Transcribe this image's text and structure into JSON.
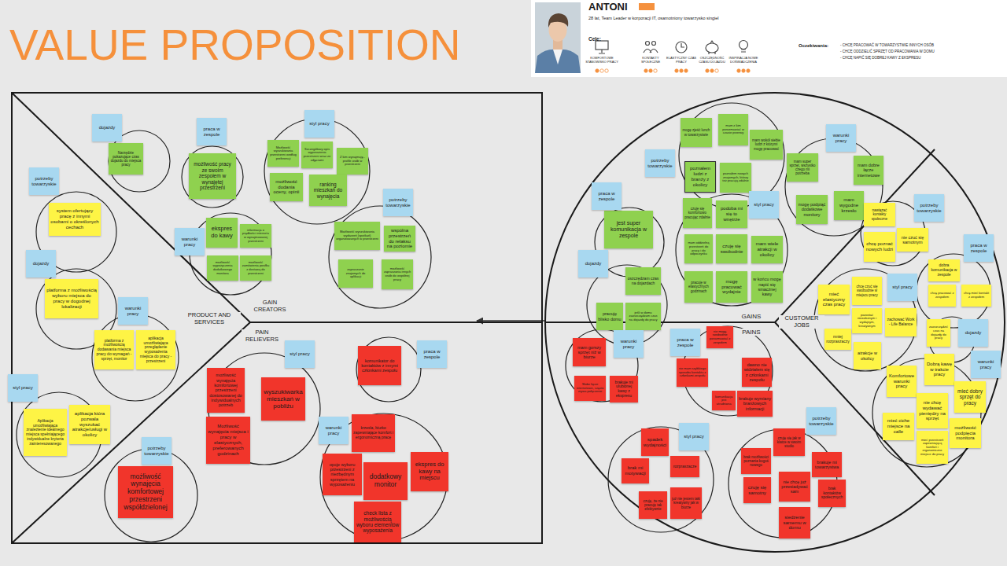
{
  "diagram": {
    "title": "VALUE PROPOSITION",
    "nodes": [
      {
        "text": [
          "ANTONI",
          "28 lat, Team Leader w korporacji IT, osamotniony towarzysko singiel",
          "Cele:",
          "KOMFORTOWE STANOWISKO PRACY",
          "KONTAKTY SPOŁECZNE",
          "ELASTYCZNY CZAS PRACY",
          "OSZCZĘDNOŚĆ CZASU DOJAZDU",
          "INSPIRACJA NOWE DOŚWIADCZENIA",
          "Oczekiwania:",
          "- CHCĘ PRACOWAĆ W TOWARZYSTWIE INNYCH OSÓB",
          "- CHCĘ ODDZIELIĆ SPRZĘT OD PRACOWANIA W DOMU",
          "- CHCĘ NAPIĆ SIĘ DOBREJ KAWY Z EKSPRESU"
        ]
      },
      {
        "text": [
          "PRODUCT AND SERVICES",
          "GAIN CREATORS",
          "PAIN RELIEVERS"
        ]
      },
      {
        "text": [
          "GAINS",
          "PAINS",
          "CUSTOMER JOBS"
        ]
      },
      {
        "text": [
          "dojazdy"
        ],
        "in": 1
      },
      {
        "text": [
          "Narzędzie pokazujące czas dojazdu do miejsca pracy"
        ],
        "in": 3
      },
      {
        "text": [
          "praca w zespole"
        ],
        "in": 1
      },
      {
        "text": [
          "możliwość pracy ze swoim zespołem w wynajętej przestrzeni"
        ],
        "in": 5
      },
      {
        "text": [
          "styl pracy"
        ],
        "in": 1
      },
      {
        "text": [
          "Możliwość wyszukiwania przestrzeni według preferencji"
        ],
        "in": 7
      },
      {
        "text": [
          "Szczegółowy opis wyposażenia przestrzeni wraz ze zdjęciami"
        ],
        "in": 7
      },
      {
        "text": [
          "Z kim wynajmuję - profile osób w przestrzeni"
        ],
        "in": 7
      },
      {
        "text": [
          "możliwość dodania oceny, opinii"
        ],
        "in": 7
      },
      {
        "text": [
          "ranking mieszkań do wynajęcia"
        ],
        "in": 7
      },
      {
        "text": [
          "potrzeby towarzyskie"
        ],
        "in": 1
      },
      {
        "text": [
          "system ofertujący pracę z innymi osobami o określonych cechach"
        ],
        "in": 13
      },
      {
        "text": [
          "warunki pracy"
        ],
        "in": 1
      },
      {
        "text": [
          "ekspres do kawy"
        ],
        "in": 15
      },
      {
        "text": [
          "informacja o prędkości internetu w wynajmowanej przestrzeni"
        ],
        "in": 15
      },
      {
        "text": [
          "możliwość wypożyczenia dodatkowego monitora"
        ],
        "in": 15
      },
      {
        "text": [
          "możliwość zamówienia posiłku z dostawą do przestrzeni"
        ],
        "in": 15
      },
      {
        "text": [
          "potrzeby towarzyskie"
        ],
        "in": 1
      },
      {
        "text": [
          "Możliwość wyszukiwania wydarzeń (spotkań) organizowanych w przestrzeni"
        ],
        "in": 20
      },
      {
        "text": [
          "wspólna przestrzeń do relaksu na poziomie"
        ],
        "in": 20
      },
      {
        "text": [
          "zapraszanie znajomych do aplikacji"
        ],
        "in": 20
      },
      {
        "text": [
          "możliwość zapraszania innych osób do wspólnej pracy"
        ],
        "in": 20
      },
      {
        "text": [
          "dojazdy"
        ],
        "in": 1
      },
      {
        "text": [
          "platforma z możliwością wyboru miejsca do pracy w dogodnej lokalizacji"
        ],
        "in": 25
      },
      {
        "text": [
          "warunki pracy"
        ],
        "in": 1
      },
      {
        "text": [
          "platforma z możliwością dodawania miejsca pracy do wymagań - sprzęt, monitor"
        ],
        "in": 27
      },
      {
        "text": [
          "aplikacja umożliwiająca przeglądanie wyposażenia miejsca do pracy - przestrzeni"
        ],
        "in": 27
      },
      {
        "text": [
          "styl pracy"
        ],
        "in": 1
      },
      {
        "text": [
          "możliwość wynajęcia komfortowej przestrzeni dostosowanej do indywidualnych potrzeb"
        ],
        "in": 30
      },
      {
        "text": [
          "wyszukiwarka mieszkań w pobliżu"
        ],
        "in": 30
      },
      {
        "text": [
          "Możliwość wynajęcia miejsca i pracy w elastycznych, preferowanych godzinach"
        ],
        "in": 30
      },
      {
        "text": [
          "praca w zespole"
        ],
        "in": 1
      },
      {
        "text": [
          "komunikator do kontaktów z innymi członkami zespołu"
        ],
        "in": 34
      },
      {
        "text": [
          "styl pracy"
        ],
        "in": 1
      },
      {
        "text": [
          "Aplikacja umożliwiająca znalezienie idealnego miejsca spełniającego indywidualne kryteria zainteresowanego"
        ],
        "in": 36
      },
      {
        "text": [
          "aplikacja która pozwala wyszukać atrakcje/usługi w okolicy"
        ],
        "in": 36
      },
      {
        "text": [
          "warunki pracy"
        ],
        "in": 1
      },
      {
        "text": [
          "krzesła, biurko zapewniające komfort i ergonomiczną pracę"
        ],
        "in": 39
      },
      {
        "text": [
          "opcje wyboru przestrzeni z niezbędnym sprzętem na wyposażeniu"
        ],
        "in": 39
      },
      {
        "text": [
          "ekspres do kawy na miejscu"
        ],
        "in": 39
      },
      {
        "text": [
          "dodatkowy monitor"
        ],
        "in": 39
      },
      {
        "text": [
          "check lista z możliwością wyboru elementów wyposażenia"
        ],
        "in": 39
      },
      {
        "text": [
          "potrzeby towarzyskie"
        ],
        "in": 1
      },
      {
        "text": [
          "możliwość wynajęcia komfortowej przestrzeni współdzielonej"
        ],
        "in": 45
      },
      {
        "text": [
          "potrzeby towarzyskie"
        ],
        "in": 2
      },
      {
        "text": [
          "mogę zjeść lunch w towarzystwie"
        ],
        "in": 47
      },
      {
        "text": [
          "mam z kim porozmawiać w czasie przerwy"
        ],
        "in": 47
      },
      {
        "text": [
          "mam wokół siebie ludzi z którymi mogę pracować"
        ],
        "in": 47
      },
      {
        "text": [
          "poznałem ludzi z branży z okolicy"
        ],
        "in": 47
      },
      {
        "text": [
          "poznałem nowych znajomych, którzy też pracują zdalnie"
        ],
        "in": 47
      },
      {
        "text": [
          "warunki pracy"
        ],
        "in": 2
      },
      {
        "text": [
          "mam super sprzęt, wszystko czego mi potrzeba"
        ],
        "in": 53
      },
      {
        "text": [
          "mam dobre łącze internetowe"
        ],
        "in": 53
      },
      {
        "text": [
          "mogę podpiąć dodatkowe monitory"
        ],
        "in": 53
      },
      {
        "text": [
          "mam wygodne krzesło"
        ],
        "in": 53
      },
      {
        "text": [
          "praca w zespole"
        ],
        "in": 2
      },
      {
        "text": [
          "jest super komunikacja w zespole"
        ],
        "in": 58
      },
      {
        "text": [
          "styl pracy"
        ],
        "in": 2
      },
      {
        "text": [
          "czuję się komfortowo pracując zdalnie"
        ],
        "in": 60
      },
      {
        "text": [
          "podoba mi się to wnętrze"
        ],
        "in": 60
      },
      {
        "text": [
          "mam oddzielną przestrzeń do pracy i do odpoczynku"
        ],
        "in": 60
      },
      {
        "text": [
          "czuję się swobodnie"
        ],
        "in": 60
      },
      {
        "text": [
          "mam wiele atrakcji w okolicy"
        ],
        "in": 60
      },
      {
        "text": [
          "pracuję w elastycznych godzinach"
        ],
        "in": 60
      },
      {
        "text": [
          "mogę pracować wydajnie"
        ],
        "in": 60
      },
      {
        "text": [
          "w końcu mogę napić się smacznej kawy"
        ],
        "in": 60
      },
      {
        "text": [
          "dojazdy"
        ],
        "in": 2
      },
      {
        "text": [
          "oszczędzam czas na dojazdach"
        ],
        "in": 69
      },
      {
        "text": [
          "pracuję blisko domu"
        ],
        "in": 69
      },
      {
        "text": [
          "jeśli w domu zaoszczędzam czas na dojazdy do pracy"
        ],
        "in": 69
      },
      {
        "text": [
          "potrzeby towarzyskie"
        ],
        "in": 2
      },
      {
        "text": [
          "nawiązać kontakty społeczne"
        ],
        "in": 73
      },
      {
        "text": [
          "chcę poznać nowych ludzi"
        ],
        "in": 73
      },
      {
        "text": [
          "nie czuć się samotnym"
        ],
        "in": 73
      },
      {
        "text": [
          "praca w zespole"
        ],
        "in": 2
      },
      {
        "text": [
          "dobra komunikacja w zespole"
        ],
        "in": 77
      },
      {
        "text": [
          "chcę pracować z zespołem"
        ],
        "in": 77
      },
      {
        "text": [
          "chcę mieć kontakt z zespołem"
        ],
        "in": 77
      },
      {
        "text": [
          "styl pracy"
        ],
        "in": 2
      },
      {
        "text": [
          "mieć elastyczny czas pracy"
        ],
        "in": 81
      },
      {
        "text": [
          "chcę czuć się swobodnie w miejscu pracy"
        ],
        "in": 81
      },
      {
        "text": [
          "pozostać niezależnym i wydajnym, kreatywnym"
        ],
        "in": 81
      },
      {
        "text": [
          "zachować Work - Life Balance"
        ],
        "in": 81
      },
      {
        "text": [
          "mniej rozpraszaczy"
        ],
        "in": 81
      },
      {
        "text": [
          "atrakcje w okolicy"
        ],
        "in": 81
      },
      {
        "text": [
          "dojazdy"
        ],
        "in": 2
      },
      {
        "text": [
          "zaoszczędzić czas na dojazdy do pracy"
        ],
        "in": 88
      },
      {
        "text": [
          "warunki pracy"
        ],
        "in": 2
      },
      {
        "text": [
          "mam gorszy sprzęt niż w biurze"
        ],
        "in": 90
      },
      {
        "text": [
          "Słabe łącze internetowe, często zrywa połączenie"
        ],
        "in": 90
      },
      {
        "text": [
          "brakuje mi ulubionej kawy z ekspresu"
        ],
        "in": 90
      },
      {
        "text": [
          "praca w zespole"
        ],
        "in": 2
      },
      {
        "text": [
          "nie mogę swobodnie porozmawiać z zespołem"
        ],
        "in": 94
      },
      {
        "text": [
          "nie mam szybkiego sposobu kontaktu z członkami zespołu"
        ],
        "in": 94
      },
      {
        "text": [
          "dawno nie widziałem się z członkami zespołu"
        ],
        "in": 94
      },
      {
        "text": [
          "komunikacja jest utrudniona"
        ],
        "in": 94
      },
      {
        "text": [
          "brakuje wymiany branżowych informacji"
        ],
        "in": 94
      },
      {
        "text": [
          "warunki pracy"
        ],
        "in": 2
      },
      {
        "text": [
          "Dobrą kawę w trakcie pracy"
        ],
        "in": 100
      },
      {
        "text": [
          "Komfortowe warunki pracy"
        ],
        "in": 100
      },
      {
        "text": [
          "mieć dobry sprzęt do pracy"
        ],
        "in": 100
      },
      {
        "text": [
          "nie chcę wydawać pieniędzy na sprzęt"
        ],
        "in": 100
      },
      {
        "text": [
          "mieć ciche miejsce na calle"
        ],
        "in": 100
      },
      {
        "text": [
          "możliwość podpięcia monitora"
        ],
        "in": 100
      },
      {
        "text": [
          "mieć przestrzeń zapewniającą komfort i ergonomiczne miejsce do pracy"
        ],
        "in": 100
      },
      {
        "text": [
          "styl pracy"
        ],
        "in": 2
      },
      {
        "text": [
          "spadek wydajności"
        ],
        "in": 108
      },
      {
        "text": [
          "brak mi motywacji"
        ],
        "in": 108
      },
      {
        "text": [
          "rozpraszacze"
        ],
        "in": 108
      },
      {
        "text": [
          "czuję, że nie pracuję tak efektywnie"
        ],
        "in": 108
      },
      {
        "text": [
          "już nie jestem taki kreatywny jak w biurze"
        ],
        "in": 108
      },
      {
        "text": [
          "potrzeby towarzyskie"
        ],
        "in": 2
      },
      {
        "text": [
          "czuję się jak w klatce w swoim studio"
        ],
        "in": 114
      },
      {
        "text": [
          "brak możliwości poznania kogoś nowego"
        ],
        "in": 114
      },
      {
        "text": [
          "brakuje mi towarzystwa"
        ],
        "in": 114
      },
      {
        "text": [
          "czuję się samotny"
        ],
        "in": 114
      },
      {
        "text": [
          "nie chcę już przesiadywać sam"
        ],
        "in": 114
      },
      {
        "text": [
          "brak kontaktów społecznych"
        ],
        "in": 114
      },
      {
        "text": [
          "siedzenie samemu w domu"
        ],
        "in": 114
      }
    ],
    "edges": [
      {
        "from": 2,
        "to": 1,
        "arrow": "to"
      }
    ]
  }
}
